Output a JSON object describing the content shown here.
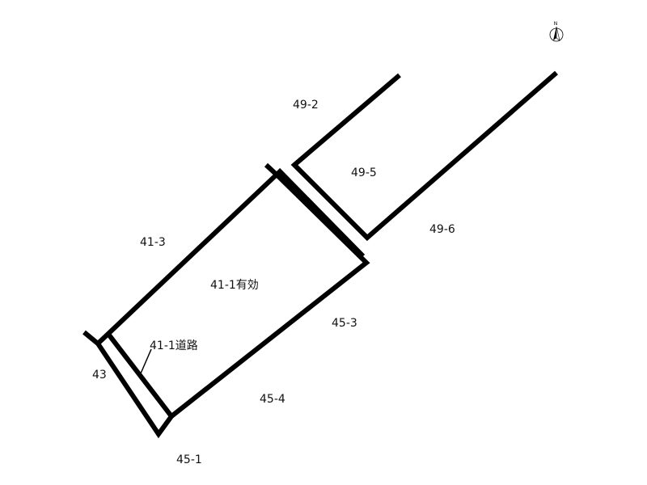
{
  "map": {
    "labels": {
      "lot_49_2": "49-2",
      "lot_49_5": "49-5",
      "lot_49_6": "49-6",
      "lot_41_3": "41-3",
      "lot_41_1_effective": "41-1有効",
      "lot_45_3": "45-3",
      "lot_41_1_road": "41-1道路",
      "lot_43": "43",
      "lot_45_4": "45-4",
      "lot_45_1": "45-1"
    },
    "compass": {
      "label": "N",
      "icon": "north-arrow-icon"
    },
    "colors": {
      "line": "#000000",
      "background": "#ffffff"
    }
  }
}
